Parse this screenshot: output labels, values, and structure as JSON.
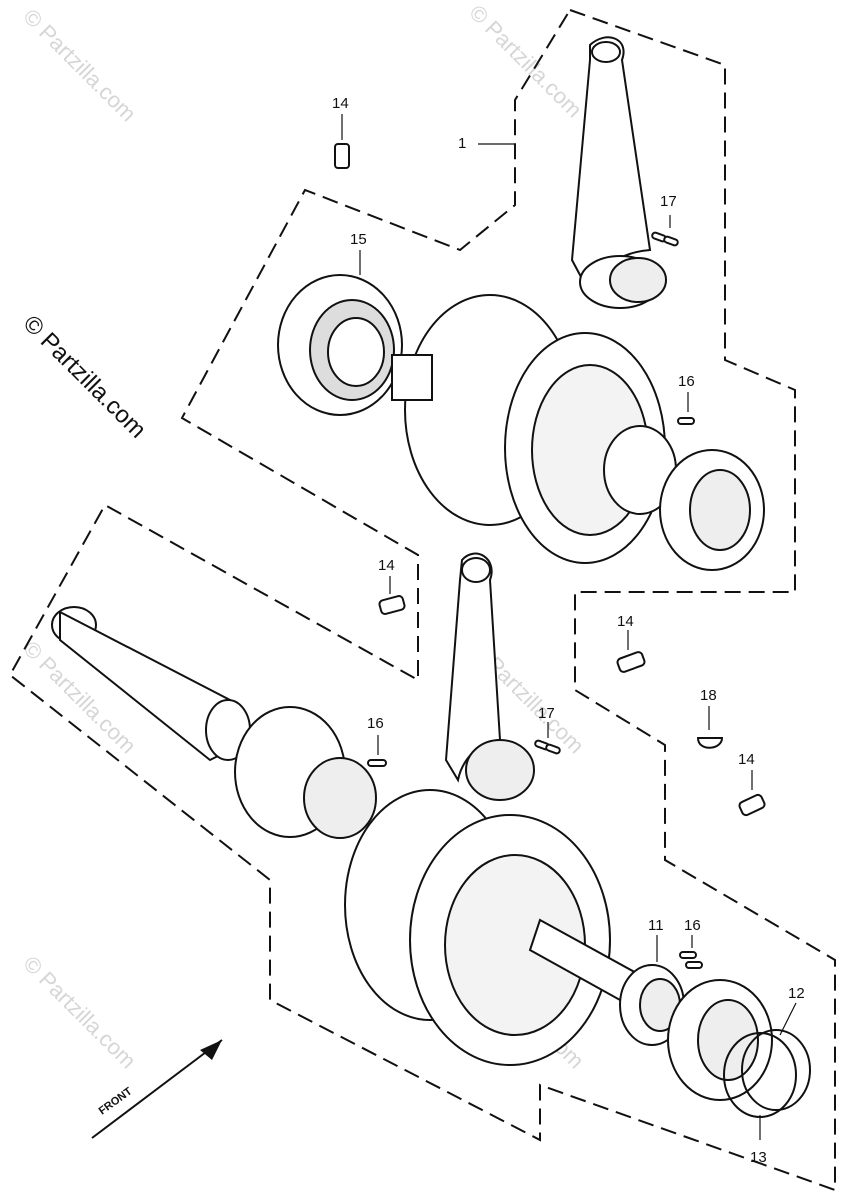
{
  "watermark": {
    "brand": "© Partzilla.com",
    "main": "© Partzilla.com"
  },
  "front_label": "FRONT",
  "callouts": {
    "c1": "1",
    "c14a": "14",
    "c17a": "17",
    "c15": "15",
    "c16a": "16",
    "c14b": "14",
    "c14c": "14",
    "c18": "18",
    "c14d": "14",
    "c16b": "16",
    "c17b": "17",
    "c11": "11",
    "c16c": "16",
    "c12": "12",
    "c13": "13"
  },
  "colors": {
    "ink": "#111111",
    "paper": "#ffffff",
    "watermark": "#d6d6d6"
  }
}
